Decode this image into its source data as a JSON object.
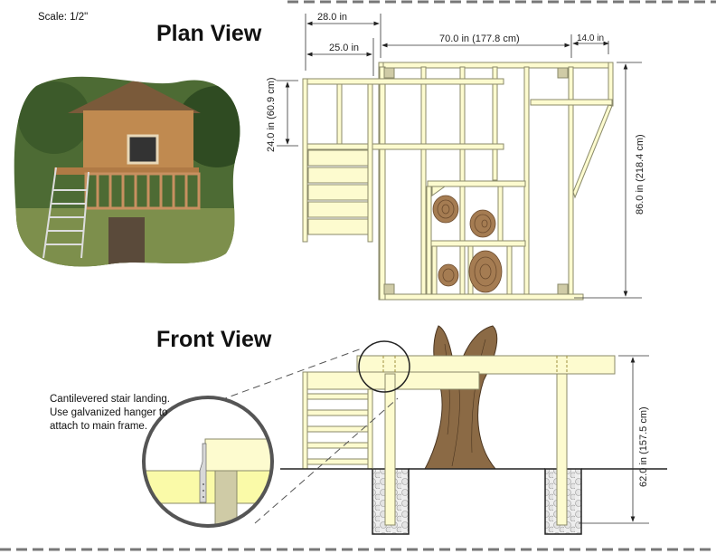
{
  "scale_label": "Scale:  1/2\"",
  "plan_view": {
    "title": "Plan View",
    "dimensions": {
      "landing_overall": "28.0 in",
      "landing_inner": "25.0 in",
      "main_width": "70.0 in (177.8 cm)",
      "overhang": "14.0 in",
      "landing_depth": "24.0 in (60.9 cm)",
      "main_depth": "86.0 in (218.4 cm)"
    }
  },
  "front_view": {
    "title": "Front View",
    "height_dimension": "62.0 in (157.5 cm)",
    "note_lines": [
      "Cantilevered stair landing.",
      "Use galvanized hanger to",
      "attach to main frame."
    ]
  },
  "colors": {
    "lumber": "#fdfbcf",
    "post": "#cfcba6",
    "tree": "#8b6a45",
    "gravel": "#e6e6e6",
    "divider": "#777777"
  }
}
